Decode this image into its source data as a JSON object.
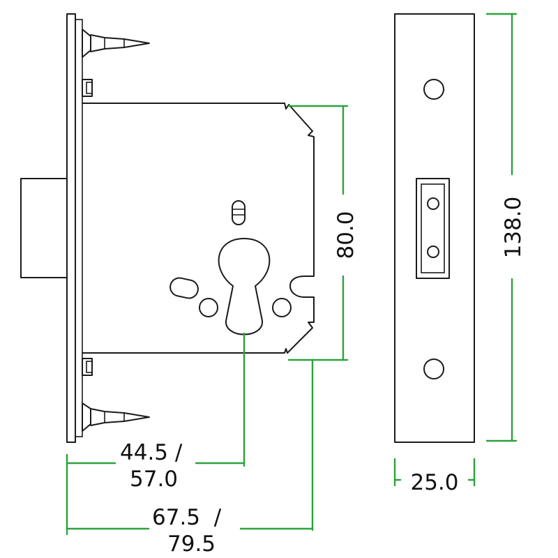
{
  "colors": {
    "outline": "#1a1a1a",
    "dimension": "#2aa33b",
    "text": "#111111",
    "background": "#ffffff"
  },
  "dimensions": {
    "backset_line1": "44.5 /",
    "backset_line2": "57.0",
    "case_depth_line1": "67.5  /",
    "case_depth_line2": "79.5",
    "case_height": "80.0",
    "forend_width": "25.0",
    "forend_height": "138.0"
  }
}
